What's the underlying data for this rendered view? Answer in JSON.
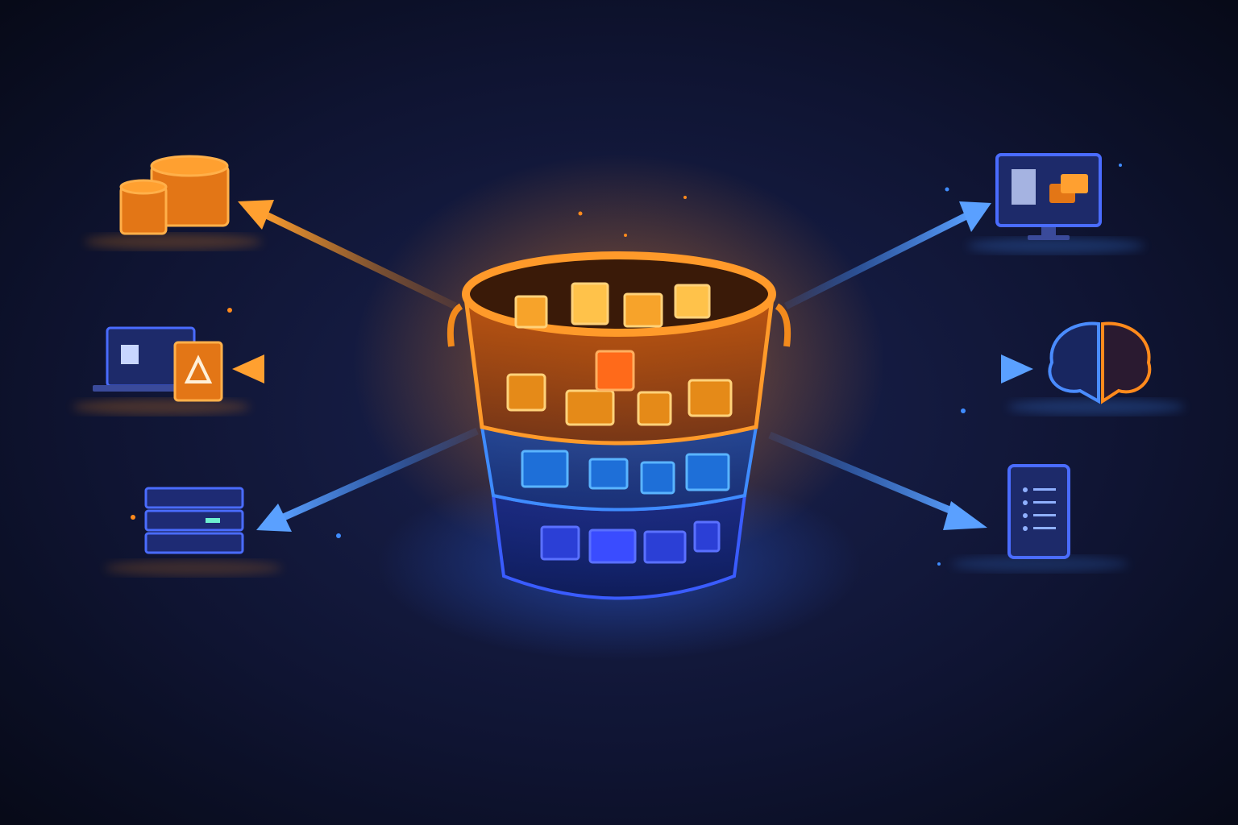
{
  "scene": {
    "central_object": "storage-bucket",
    "colors": {
      "background": "#0b0f24",
      "orange_accent": "#f28a1c",
      "orange_light": "#ffc24a",
      "blue_accent": "#3f8cff",
      "deep_blue": "#2b3fd6"
    },
    "bucket_layers": [
      {
        "name": "top-layer",
        "color": "#f28a1c",
        "icons": [
          "document-icon",
          "image-icon",
          "video-icon",
          "folder-icon"
        ]
      },
      {
        "name": "middle-layer",
        "color": "#3f8cff",
        "icons": [
          "folder-icon",
          "document-icon",
          "file-icon",
          "folder-icon"
        ]
      },
      {
        "name": "bottom-layer",
        "color": "#2b3fd6",
        "icons": [
          "document-icon",
          "archive-icon",
          "archive-icon",
          "folder-icon"
        ]
      }
    ],
    "left_targets": [
      {
        "icon": "database-icon",
        "color": "#f28a1c"
      },
      {
        "icon": "laptop-analytics-icon",
        "color": "#f28a1c"
      },
      {
        "icon": "server-rack-icon",
        "color": "#3f8cff"
      }
    ],
    "right_targets": [
      {
        "icon": "monitor-dashboard-icon",
        "color": "#3f8cff"
      },
      {
        "icon": "brain-ai-icon",
        "color": "#3f8cff"
      },
      {
        "icon": "tablet-list-icon",
        "color": "#3f8cff"
      }
    ]
  }
}
